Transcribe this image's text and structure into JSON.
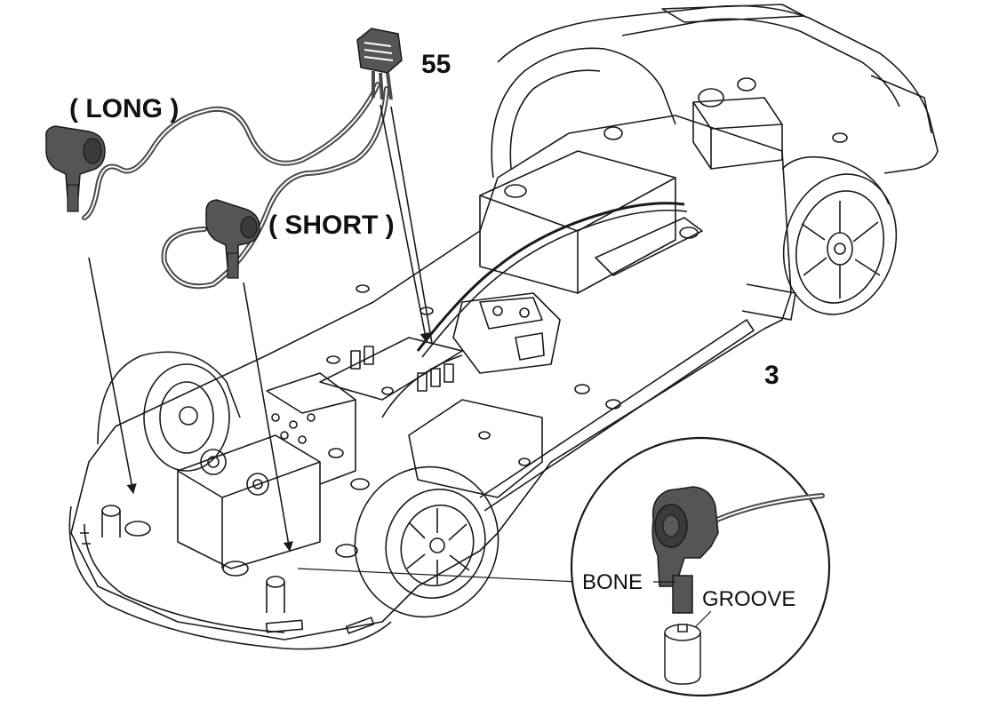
{
  "labels": {
    "long": "( LONG )",
    "short": "( SHORT )",
    "part_55": "55",
    "part_3": "3",
    "bone": "BONE",
    "groove": "GROOVE"
  },
  "colors": {
    "line": "#1a1a1a",
    "wire": "#4a4a4a",
    "connector": "#555555",
    "background": "#ffffff"
  }
}
